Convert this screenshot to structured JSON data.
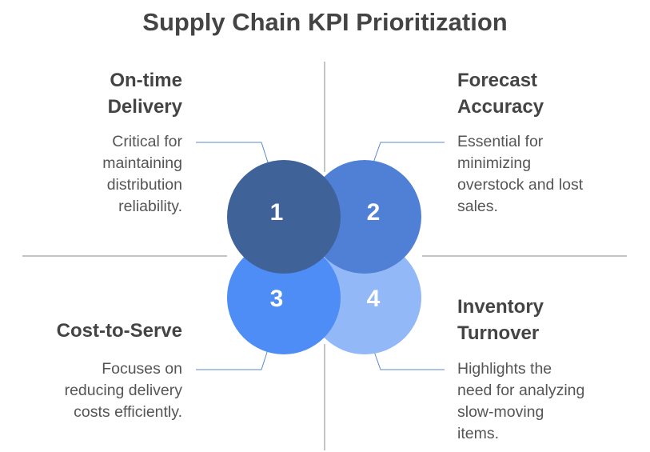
{
  "title": "Supply Chain KPI Prioritization",
  "colors": {
    "circle1": "#3f6299",
    "circle2": "#4f80d6",
    "circle3": "#4d8df5",
    "circle4": "#93b8f8",
    "divider": "#888888",
    "connector": "#5b88c9",
    "text_heading": "#444444",
    "text_body": "#555555"
  },
  "quadrants": [
    {
      "number": "1",
      "heading_line1": "On-time",
      "heading_line2": "Delivery",
      "desc_lines": [
        "Critical for",
        "maintaining",
        "distribution",
        "reliability."
      ]
    },
    {
      "number": "2",
      "heading_line1": "Forecast",
      "heading_line2": "Accuracy",
      "desc_lines": [
        "Essential for",
        "minimizing",
        "overstock and lost",
        "sales."
      ]
    },
    {
      "number": "3",
      "heading_line1": "Cost-to-Serve",
      "heading_line2": "",
      "desc_lines": [
        "Focuses on",
        "reducing delivery",
        "costs efficiently."
      ]
    },
    {
      "number": "4",
      "heading_line1": "Inventory",
      "heading_line2": "Turnover",
      "desc_lines": [
        "Highlights the",
        "need for analyzing",
        "slow-moving",
        "items."
      ]
    }
  ]
}
